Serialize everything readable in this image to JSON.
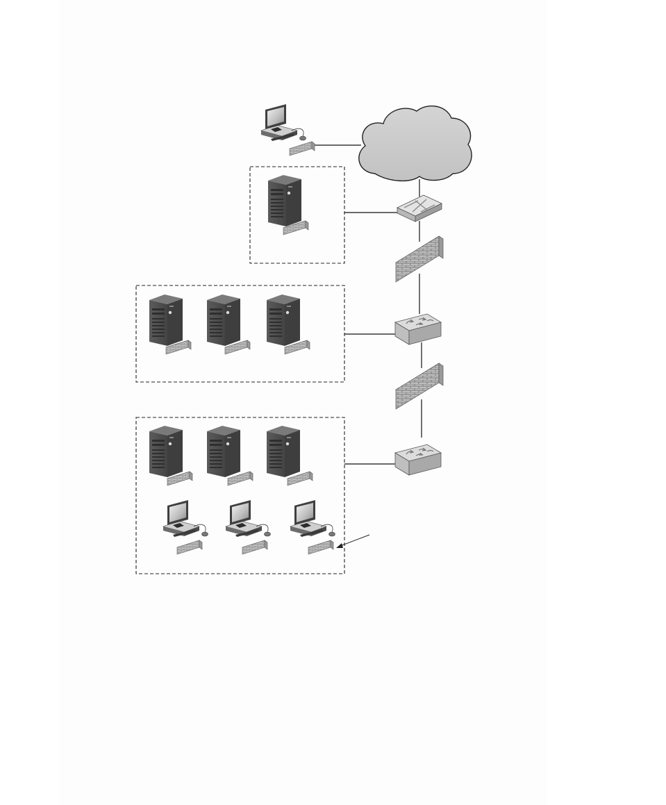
{
  "diagram": {
    "nodes": [
      {
        "id": "remote-workstation",
        "kind": "workstation",
        "host_firewall": true
      },
      {
        "id": "internet-cloud",
        "kind": "cloud"
      },
      {
        "id": "router",
        "kind": "router"
      },
      {
        "id": "perimeter-firewall-1",
        "kind": "firewall"
      },
      {
        "id": "core-switch-1",
        "kind": "switch"
      },
      {
        "id": "perimeter-firewall-2",
        "kind": "firewall"
      },
      {
        "id": "core-switch-2",
        "kind": "switch"
      },
      {
        "id": "zone-1",
        "kind": "zone",
        "members": [
          {
            "kind": "server",
            "count": 1
          }
        ]
      },
      {
        "id": "zone-2",
        "kind": "zone",
        "members": [
          {
            "kind": "server",
            "count": 3
          }
        ]
      },
      {
        "id": "zone-3",
        "kind": "zone",
        "members": [
          {
            "kind": "server",
            "count": 3
          },
          {
            "kind": "workstation",
            "count": 3
          }
        ]
      }
    ],
    "links": [
      [
        "remote-workstation",
        "internet-cloud"
      ],
      [
        "internet-cloud",
        "router"
      ],
      [
        "router",
        "zone-1"
      ],
      [
        "router",
        "perimeter-firewall-1"
      ],
      [
        "perimeter-firewall-1",
        "core-switch-1"
      ],
      [
        "core-switch-1",
        "zone-2"
      ],
      [
        "core-switch-1",
        "perimeter-firewall-2"
      ],
      [
        "perimeter-firewall-2",
        "core-switch-2"
      ],
      [
        "core-switch-2",
        "zone-3"
      ]
    ],
    "callout_arrow_target": "zone-3-workstation-host-firewall"
  }
}
